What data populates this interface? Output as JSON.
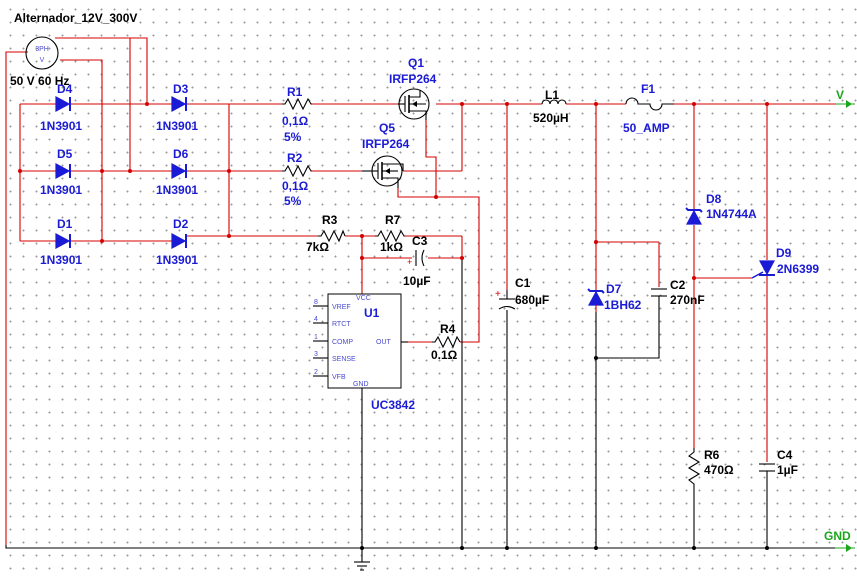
{
  "source": {
    "name": "Alternador_12V_300V",
    "value": "50 V 60 Hz",
    "symbol": "3PH"
  },
  "rectifier": {
    "d4": {
      "ref": "D4",
      "model": "1N3901"
    },
    "d5": {
      "ref": "D5",
      "model": "1N3901"
    },
    "d1": {
      "ref": "D1",
      "model": "1N3901"
    },
    "d3": {
      "ref": "D3",
      "model": "1N3901"
    },
    "d6": {
      "ref": "D6",
      "model": "1N3901"
    },
    "d2": {
      "ref": "D2",
      "model": "1N3901"
    }
  },
  "resistors": {
    "r1": {
      "ref": "R1",
      "value": "0,1Ω",
      "tol": "5%"
    },
    "r2": {
      "ref": "R2",
      "value": "0,1Ω",
      "tol": "5%"
    },
    "r3": {
      "ref": "R3",
      "value": "7kΩ"
    },
    "r7": {
      "ref": "R7",
      "value": "1kΩ"
    },
    "r4": {
      "ref": "R4",
      "value": "0.1Ω"
    },
    "r6": {
      "ref": "R6",
      "value": "470Ω"
    }
  },
  "mosfets": {
    "q1": {
      "ref": "Q1",
      "model": "IRFP264"
    },
    "q5": {
      "ref": "Q5",
      "model": "IRFP264"
    }
  },
  "capacitors": {
    "c3": {
      "ref": "C3",
      "value": "10µF"
    },
    "c1": {
      "ref": "C1",
      "value": "680µF"
    },
    "c2": {
      "ref": "C2",
      "value": "270nF"
    },
    "c4": {
      "ref": "C4",
      "value": "1µF"
    }
  },
  "ic": {
    "ref": "U1",
    "model": "UC3842",
    "pins_left": [
      "VREF",
      "RTCT",
      "COMP",
      "SENSE",
      "VFB"
    ],
    "pin_nums_left": [
      "8",
      "4",
      "1",
      "3",
      "2"
    ],
    "pin_top": "VCC",
    "pin_right": "OUT",
    "pin_bottom": "GND"
  },
  "inductor": {
    "ref": "L1",
    "value": "520µH"
  },
  "fuse": {
    "ref": "F1",
    "value": "50_AMP"
  },
  "zener": {
    "d7": {
      "ref": "D7",
      "model": "1BH62"
    },
    "d8": {
      "ref": "D8",
      "model": "1N4744A"
    }
  },
  "scr": {
    "ref": "D9",
    "model": "2N6399"
  },
  "terminals": {
    "out": "V",
    "gnd": "GND"
  },
  "colors": {
    "wire": "#d40000",
    "label": "#1b1bd6",
    "terminal": "#1aa61a"
  }
}
